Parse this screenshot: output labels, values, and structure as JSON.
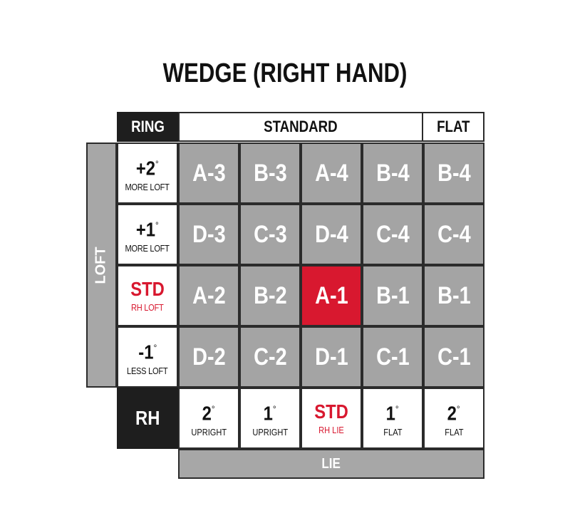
{
  "title": "WEDGE (RIGHT HAND)",
  "header": {
    "ring": "RING",
    "standard": "STANDARD",
    "flat": "FLAT"
  },
  "side_label": "LOFT",
  "bottom_label": "LIE",
  "corner_label": "RH",
  "loft_rows": [
    {
      "value": "+2",
      "degree": "°",
      "sub": "MORE LOFT"
    },
    {
      "value": "+1",
      "degree": "°",
      "sub": "MORE LOFT"
    },
    {
      "value": "STD",
      "degree": "",
      "sub": "RH LOFT"
    },
    {
      "value": "-1",
      "degree": "°",
      "sub": "LESS LOFT"
    }
  ],
  "lie_cols": [
    {
      "value": "2",
      "degree": "°",
      "sub": "UPRIGHT"
    },
    {
      "value": "1",
      "degree": "°",
      "sub": "UPRIGHT"
    },
    {
      "value": "STD",
      "degree": "",
      "sub": "RH LIE"
    },
    {
      "value": "1",
      "degree": "°",
      "sub": "FLAT"
    },
    {
      "value": "2",
      "degree": "°",
      "sub": "FLAT"
    }
  ],
  "grid": [
    [
      "A-3",
      "B-3",
      "A-4",
      "B-4",
      "B-4"
    ],
    [
      "D-3",
      "C-3",
      "D-4",
      "C-4",
      "C-4"
    ],
    [
      "A-2",
      "B-2",
      "A-1",
      "B-1",
      "B-1"
    ],
    [
      "D-2",
      "C-2",
      "D-1",
      "C-1",
      "C-1"
    ]
  ],
  "highlight": {
    "row": 2,
    "col": 2
  },
  "colors": {
    "cell_gray": "#a4a4a4",
    "highlight_red": "#d8182f",
    "dark": "#1e1e1e",
    "label_red": "#d8182f"
  }
}
